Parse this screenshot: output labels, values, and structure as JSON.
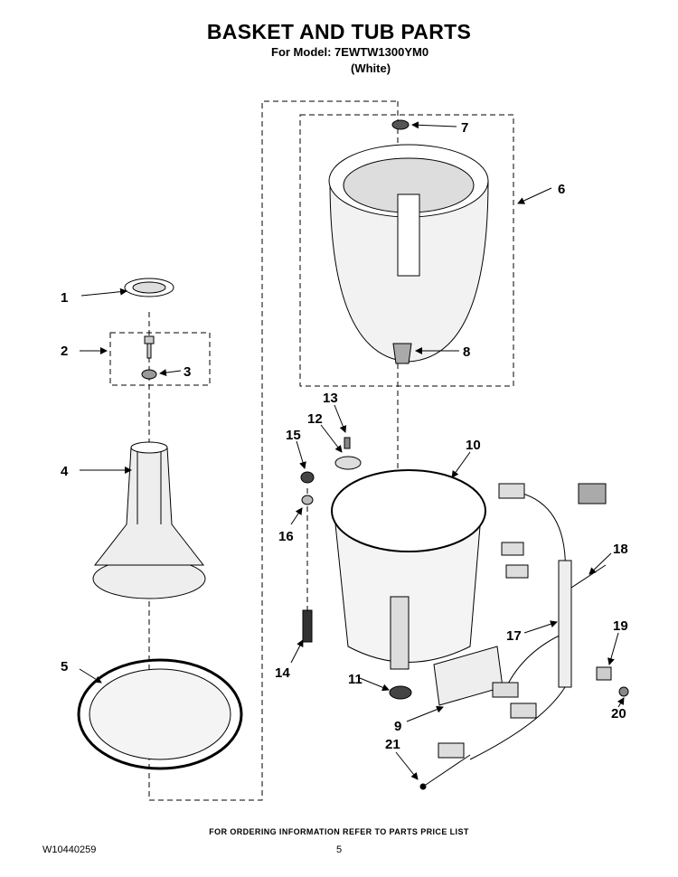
{
  "header": {
    "title": "BASKET AND TUB PARTS",
    "model": "For Model: 7EWTW1300YM0",
    "color": "(White)"
  },
  "footer": {
    "ordering_note": "FOR ORDERING INFORMATION REFER TO PARTS PRICE LIST",
    "document_number": "W10440259",
    "page_number": "5"
  },
  "callouts": [
    "1",
    "2",
    "3",
    "4",
    "5",
    "6",
    "7",
    "8",
    "9",
    "10",
    "11",
    "12",
    "13",
    "14",
    "15",
    "16",
    "17",
    "18",
    "19",
    "20",
    "21"
  ]
}
